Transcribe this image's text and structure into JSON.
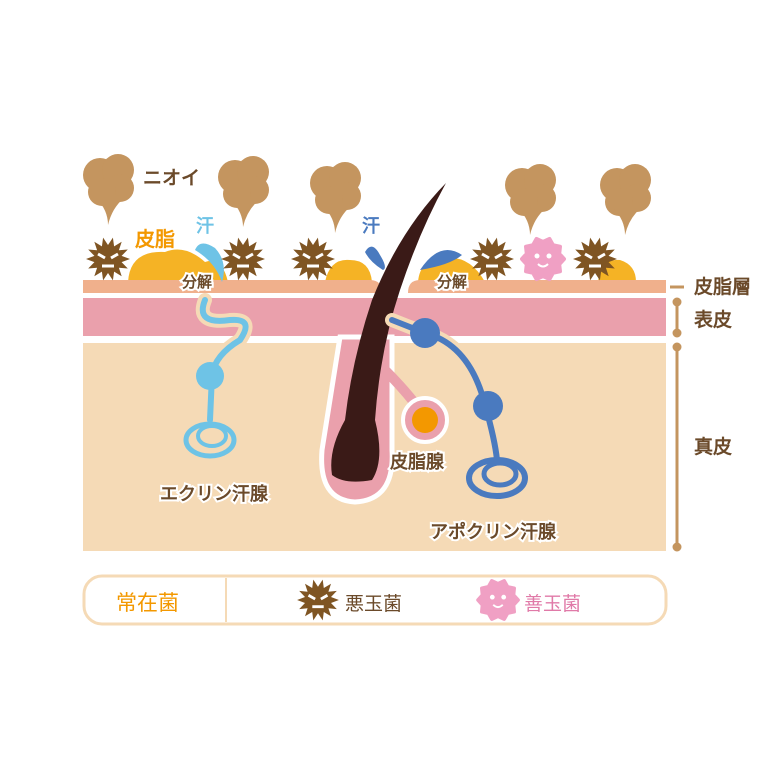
{
  "labels": {
    "odor": "ニオイ",
    "sebum": "皮脂",
    "sweat_left": "汗",
    "sweat_right": "汗",
    "decompose_left": "分解",
    "decompose_right": "分解",
    "eccrine": "エクリン汗腺",
    "sebaceous": "皮脂腺",
    "apocrine": "アポクリン汗腺"
  },
  "layers": {
    "sebum_layer": "皮脂層",
    "epidermis": "表皮",
    "dermis": "真皮"
  },
  "legend": {
    "title": "常在菌",
    "bad": "悪玉菌",
    "good": "善玉菌"
  },
  "colors": {
    "brown_text": "#6b4a2a",
    "orange": "#f39800",
    "bad_bacteria": "#7f5523",
    "good_bacteria": "#f0a0c4",
    "odor": "#c4955f",
    "sebum": "#f5b325",
    "eccrine": "#6ec3e6",
    "apocrine": "#4a7abf",
    "epidermis": "#eaa0ac",
    "dermis": "#f5dab6",
    "sebum_layer": "#f0b08c",
    "hair": "#3a1a17"
  }
}
